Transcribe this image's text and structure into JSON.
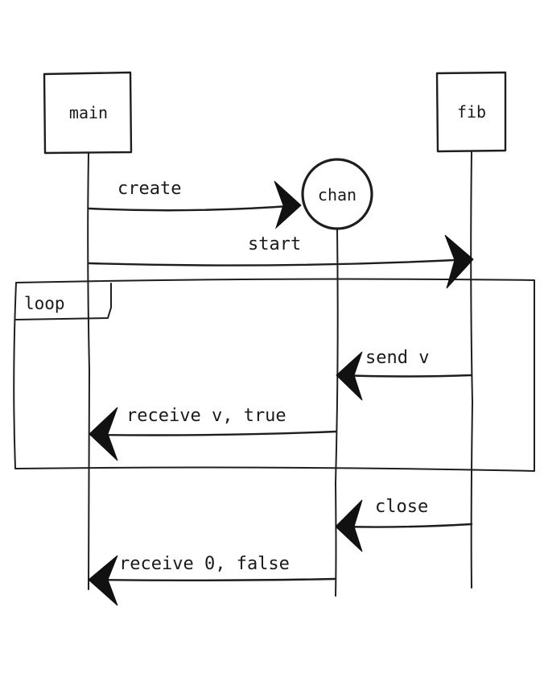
{
  "diagram": {
    "type": "sequence",
    "participants": {
      "main": {
        "name": "main"
      },
      "chan": {
        "name": "chan"
      },
      "fib": {
        "name": "fib"
      }
    },
    "frame": {
      "label": "loop"
    },
    "messages": [
      {
        "from": "main",
        "to": "chan",
        "label": "create"
      },
      {
        "from": "main",
        "to": "fib",
        "label": "start"
      },
      {
        "from": "fib",
        "to": "chan",
        "label": "send v"
      },
      {
        "from": "chan",
        "to": "main",
        "label": "receive v, true"
      },
      {
        "from": "fib",
        "to": "chan",
        "label": "close"
      },
      {
        "from": "chan",
        "to": "main",
        "label": "receive 0, false"
      }
    ]
  }
}
